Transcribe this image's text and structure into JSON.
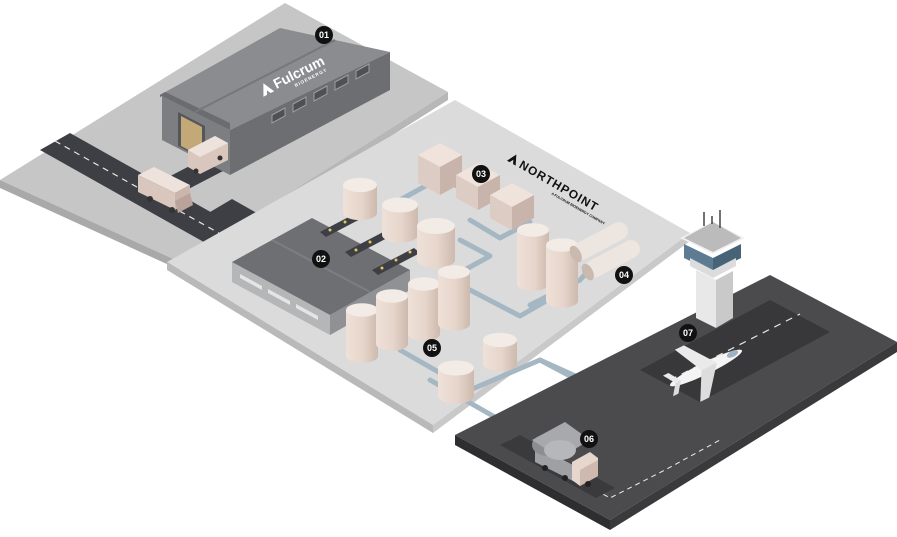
{
  "scene": {
    "colors": {
      "ground": "#c9c9c9",
      "plant_ground": "#dadada",
      "airport_ground": "#4a4a4d",
      "road": "#3f4045",
      "building": "#6e7073",
      "tank": "#e6d6cc",
      "pipe": "#a9b8c4",
      "marker": "#111111"
    }
  },
  "brands": {
    "fulcrum_name": "Fulcrum",
    "fulcrum_sub": "BIOENERGY",
    "northpoint_name": "NORTHPOINT",
    "northpoint_sub": "A FULCRUM BIOENERGY COMPANY"
  },
  "markers": [
    {
      "label": "01",
      "name": "feedstock-facility"
    },
    {
      "label": "02",
      "name": "processing-building"
    },
    {
      "label": "03",
      "name": "gasification-units"
    },
    {
      "label": "04",
      "name": "horizontal-vessels"
    },
    {
      "label": "05",
      "name": "storage-tanks"
    },
    {
      "label": "06",
      "name": "tanker-truck"
    },
    {
      "label": "07",
      "name": "airport-control-tower"
    }
  ]
}
